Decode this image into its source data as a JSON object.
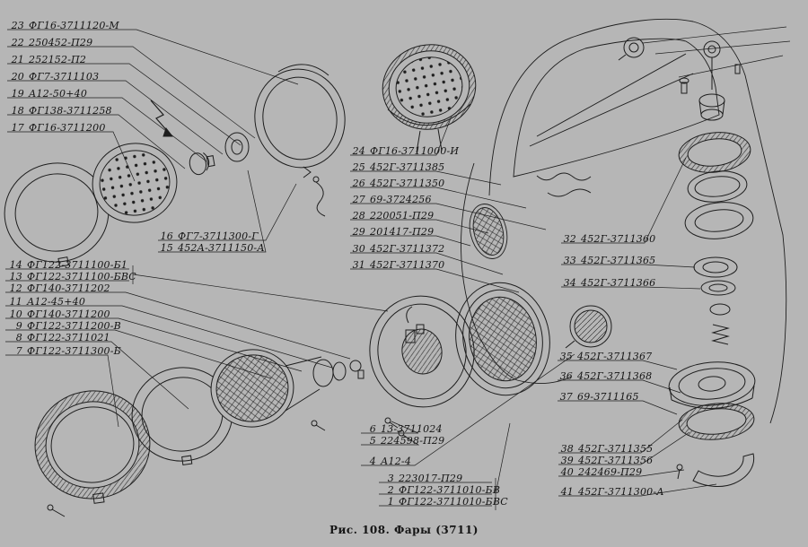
{
  "figure": {
    "caption": "Рис. 108. Фары (3711)"
  },
  "colors": {
    "background": "#b6b6b6",
    "ink": "#1e1e1e"
  },
  "parts": [
    {
      "num": "23",
      "code": "ФГ16-3711120-М"
    },
    {
      "num": "22",
      "code": "250452-П29"
    },
    {
      "num": "21",
      "code": "252152-П2"
    },
    {
      "num": "20",
      "code": "ФГ7-3711103"
    },
    {
      "num": "19",
      "code": "А12-50+40"
    },
    {
      "num": "18",
      "code": "ФГ138-3711258"
    },
    {
      "num": "17",
      "code": "ФГ16-3711200"
    },
    {
      "num": "16",
      "code": "ФГ7-3711300-Г"
    },
    {
      "num": "15",
      "code": "452А-3711150-А"
    },
    {
      "num": "14",
      "code": "ФГ122-3711100-Б1"
    },
    {
      "num": "13",
      "code": "ФГ122-3711100-БВС"
    },
    {
      "num": "12",
      "code": "ФГ140-3711202"
    },
    {
      "num": "11",
      "code": "А12-45+40"
    },
    {
      "num": "10",
      "code": "ФГ140-3711200"
    },
    {
      "num": "9",
      "code": "ФГ122-3711200-В"
    },
    {
      "num": "8",
      "code": "ФГ122-3711021"
    },
    {
      "num": "7",
      "code": "ФГ122-3711300-Б"
    },
    {
      "num": "24",
      "code": "ФГ16-3711000-И"
    },
    {
      "num": "25",
      "code": "452Г-3711385"
    },
    {
      "num": "26",
      "code": "452Г-3711350"
    },
    {
      "num": "27",
      "code": "69-3724256"
    },
    {
      "num": "28",
      "code": "220051-П29"
    },
    {
      "num": "29",
      "code": "201417-П29"
    },
    {
      "num": "30",
      "code": "452Г-3711372"
    },
    {
      "num": "31",
      "code": "452Г-3711370"
    },
    {
      "num": "32",
      "code": "452Г-3711360"
    },
    {
      "num": "33",
      "code": "452Г-3711365"
    },
    {
      "num": "34",
      "code": "452Г-3711366"
    },
    {
      "num": "35",
      "code": "452Г-3711367"
    },
    {
      "num": "36",
      "code": "452Г-3711368"
    },
    {
      "num": "37",
      "code": "69-3711165"
    },
    {
      "num": "6",
      "code": "13-3711024"
    },
    {
      "num": "5",
      "code": "224598-П29"
    },
    {
      "num": "4",
      "code": "А12-4"
    },
    {
      "num": "3",
      "code": "223017-П29"
    },
    {
      "num": "2",
      "code": "ФГ122-3711010-БВ"
    },
    {
      "num": "1",
      "code": "ФГ122-3711010-БВС"
    },
    {
      "num": "38",
      "code": "452Г-3711355"
    },
    {
      "num": "39",
      "code": "452Г-3711356"
    },
    {
      "num": "40",
      "code": "242469-П29"
    },
    {
      "num": "41",
      "code": "452Г-3711300-А"
    }
  ]
}
